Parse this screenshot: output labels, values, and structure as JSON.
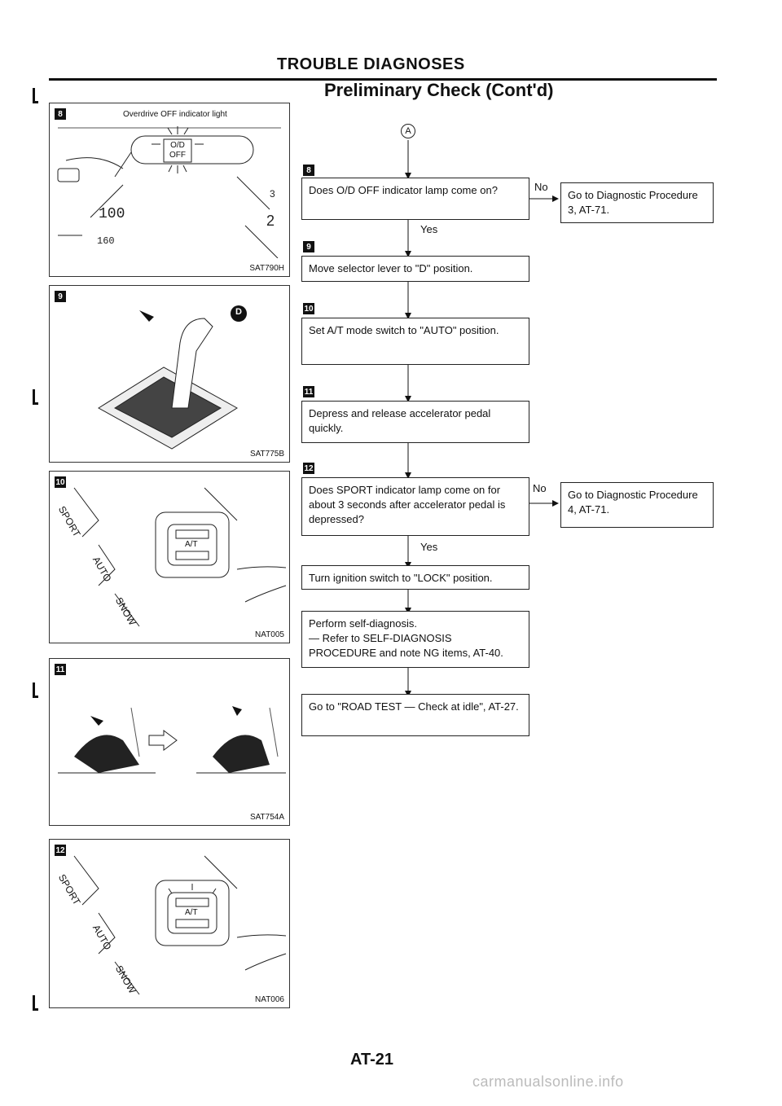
{
  "header": {
    "title": "TROUBLE DIAGNOSES",
    "subtitle": "Preliminary Check (Cont'd)"
  },
  "figures": [
    {
      "tag": "8",
      "caption": "Overdrive OFF indicator light",
      "indicator": "O/D OFF",
      "code": "SAT790H"
    },
    {
      "tag": "9",
      "shift_letter": "D",
      "code": "SAT775B"
    },
    {
      "tag": "10",
      "modes": [
        "SPORT",
        "AUTO",
        "SNOW"
      ],
      "switch_text": "A/T",
      "code": "NAT005"
    },
    {
      "tag": "11",
      "code": "SAT754A"
    },
    {
      "tag": "12",
      "modes": [
        "SPORT",
        "AUTO",
        "SNOW"
      ],
      "switch_text": "A/T",
      "code": "NAT006"
    }
  ],
  "flow": {
    "start_marker": "A",
    "steps": [
      {
        "tag": "8",
        "text": "Does O/D OFF indicator lamp come on?",
        "no_label": "No",
        "no_action": "Go to Diagnostic Procedure 3, AT-71.",
        "yes_label": "Yes"
      },
      {
        "tag": "9",
        "text": "Move selector lever to \"D\" position."
      },
      {
        "tag": "10",
        "text": "Set A/T mode switch to \"AUTO\" position."
      },
      {
        "tag": "11",
        "text": "Depress and release accelerator pedal quickly."
      },
      {
        "tag": "12",
        "text": "Does SPORT indicator lamp come on for about 3 seconds after accelerator pedal is depressed?",
        "no_label": "No",
        "no_action": "Go to Diagnostic Procedure 4, AT-71.",
        "yes_label": "Yes"
      },
      {
        "text": "Turn ignition switch to \"LOCK\" position."
      },
      {
        "text": "Perform self-diagnosis.\n— Refer to SELF-DIAGNOSIS PROCEDURE and note NG items, AT-40."
      },
      {
        "text": "Go to \"ROAD TEST — Check at idle\", AT-27."
      }
    ]
  },
  "footer": {
    "page": "AT-21",
    "watermark": "carmanualsonline.info"
  }
}
